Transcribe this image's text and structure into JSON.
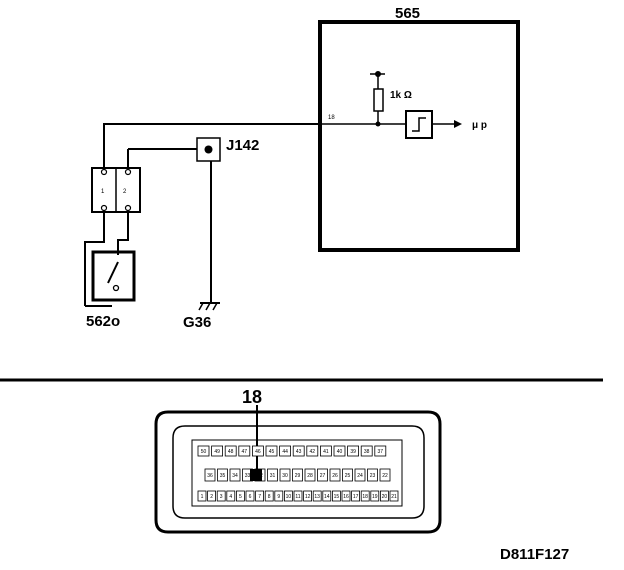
{
  "labels": {
    "ecu": "565",
    "resistor": "1k  Ω",
    "pin": "18",
    "micro": "μ p",
    "junction": "J142",
    "switch": "562o",
    "ground": "G36",
    "connector_pin_callout": "18",
    "figure_id": "D811F127"
  },
  "connector": {
    "left_pins": [
      "1",
      "2"
    ],
    "row1": [
      "50",
      "49",
      "48",
      "47",
      "46",
      "45",
      "44",
      "43",
      "42",
      "41",
      "40",
      "39",
      "38",
      "37"
    ],
    "row2": [
      "36",
      "35",
      "34",
      "33",
      "32",
      "31",
      "30",
      "29",
      "28",
      "27",
      "26",
      "25",
      "24",
      "23",
      "22"
    ],
    "row3": [
      "1",
      "2",
      "3",
      "4",
      "5",
      "6",
      "7",
      "8",
      "9",
      "10",
      "11",
      "12",
      "13",
      "14",
      "15",
      "16",
      "17",
      "18",
      "19",
      "20",
      "21"
    ]
  }
}
